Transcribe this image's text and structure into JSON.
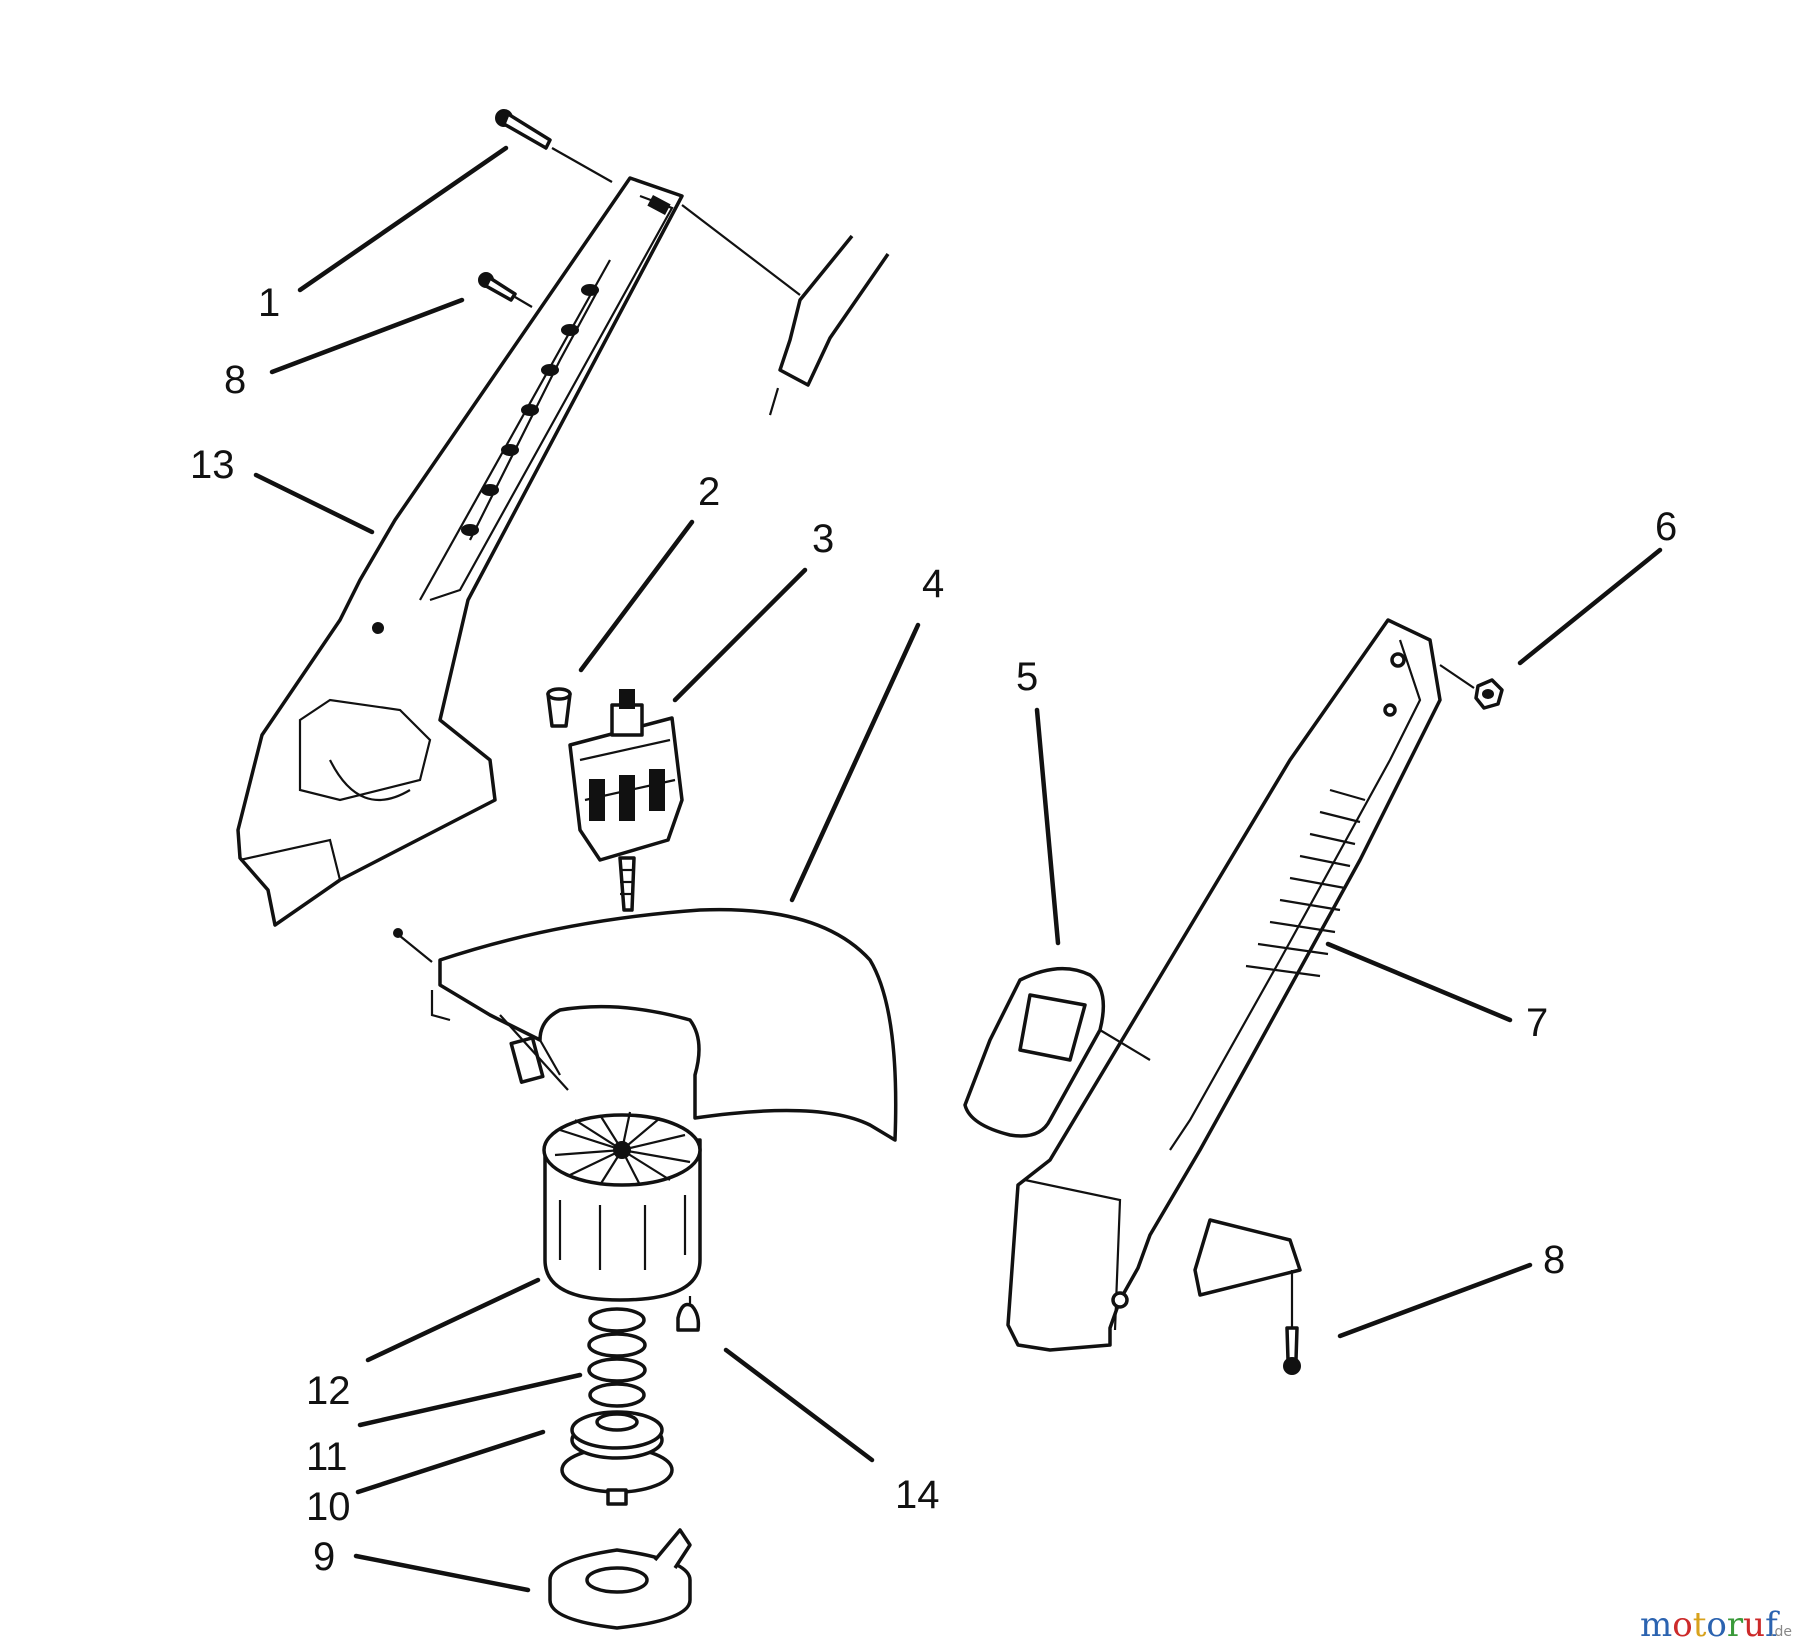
{
  "callouts": [
    {
      "label": "1"
    },
    {
      "label": "8"
    },
    {
      "label": "13"
    },
    {
      "label": "2"
    },
    {
      "label": "3"
    },
    {
      "label": "4"
    },
    {
      "label": "5"
    },
    {
      "label": "6"
    },
    {
      "label": "7"
    },
    {
      "label": "8"
    },
    {
      "label": "12"
    },
    {
      "label": "11"
    },
    {
      "label": "10"
    },
    {
      "label": "9"
    },
    {
      "label": "14"
    }
  ],
  "watermark": {
    "text": "motoruf",
    "suffix": ".de",
    "colors": [
      "#2b63b0",
      "#cc2a2a",
      "#d8a21c",
      "#2b63b0",
      "#3a9a3a",
      "#cc2a2a",
      "#2b63b0"
    ]
  }
}
